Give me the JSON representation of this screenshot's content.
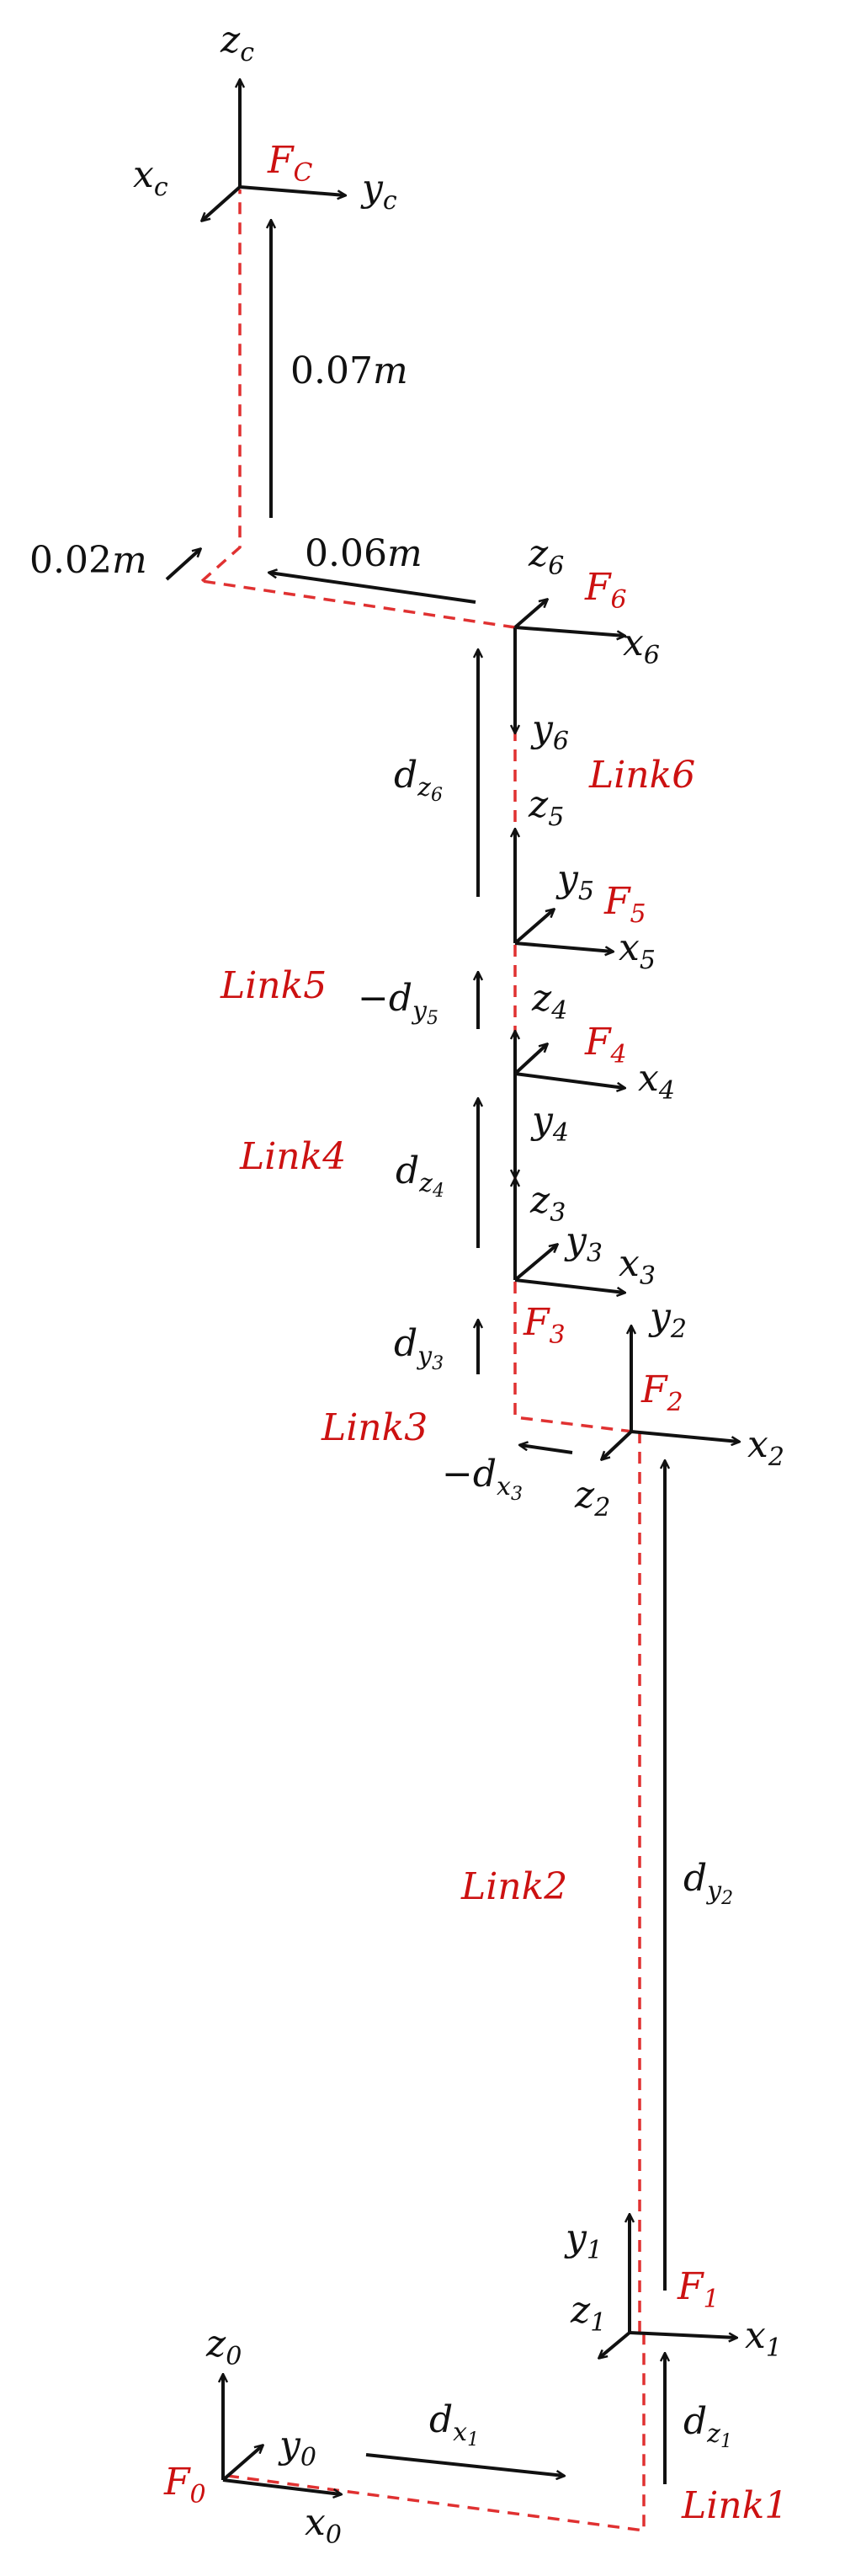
{
  "frames": {
    "F0": {
      "name": "F",
      "sub": "0",
      "x": "x",
      "xs": "0",
      "y": "y",
      "ys": "0",
      "z": "z",
      "zs": "0"
    },
    "F1": {
      "name": "F",
      "sub": "1",
      "x": "x",
      "xs": "1",
      "y": "y",
      "ys": "1",
      "z": "z",
      "zs": "1"
    },
    "F2": {
      "name": "F",
      "sub": "2",
      "x": "x",
      "xs": "2",
      "y": "y",
      "ys": "2",
      "z": "z",
      "zs": "2"
    },
    "F3": {
      "name": "F",
      "sub": "3",
      "x": "x",
      "xs": "3",
      "y": "y",
      "ys": "3",
      "z": "z",
      "zs": "3"
    },
    "F4": {
      "name": "F",
      "sub": "4",
      "x": "x",
      "xs": "4",
      "y": "y",
      "ys": "4",
      "z": "z",
      "zs": "4"
    },
    "F5": {
      "name": "F",
      "sub": "5",
      "x": "x",
      "xs": "5",
      "y": "y",
      "ys": "5",
      "z": "z",
      "zs": "5"
    },
    "F6": {
      "name": "F",
      "sub": "6",
      "x": "x",
      "xs": "6",
      "y": "y",
      "ys": "6",
      "z": "z",
      "zs": "6"
    },
    "FC": {
      "name": "F",
      "sub": "C",
      "x": "x",
      "xs": "c",
      "y": "y",
      "ys": "c",
      "z": "z",
      "zs": "c"
    }
  },
  "links": {
    "link1": "Link1",
    "link2": "Link2",
    "link3": "Link3",
    "link4": "Link4",
    "link5": "Link5",
    "link6": "Link6"
  },
  "dims": {
    "dx1": {
      "base": "d",
      "sub": "x",
      "subsub": "1"
    },
    "dz1": {
      "base": "d",
      "sub": "z",
      "subsub": "1"
    },
    "dy2": {
      "base": "d",
      "sub": "y",
      "subsub": "2"
    },
    "dx3": {
      "prefix": "−",
      "base": "d",
      "sub": "x",
      "subsub": "3"
    },
    "dy3": {
      "base": "d",
      "sub": "y",
      "subsub": "3"
    },
    "dz4": {
      "base": "d",
      "sub": "z",
      "subsub": "4"
    },
    "dy5": {
      "prefix": "−",
      "base": "d",
      "sub": "y",
      "subsub": "5"
    },
    "dz6": {
      "base": "d",
      "sub": "z",
      "subsub": "6"
    },
    "len007": "0.07",
    "len006": "0.06",
    "len002": "0.02",
    "unit": "m"
  },
  "colors": {
    "frame_label": "#cc1111",
    "link_line": "#e03131",
    "ink": "#111111"
  }
}
